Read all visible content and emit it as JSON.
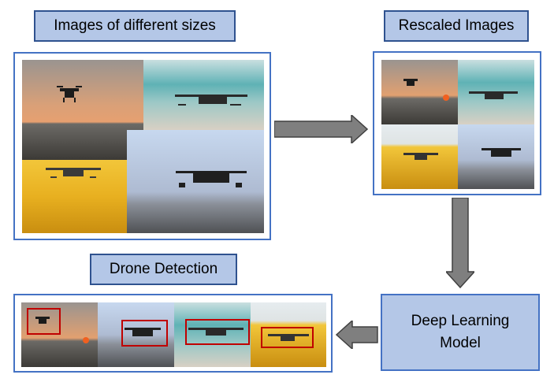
{
  "labels": {
    "input": "Images of different sizes",
    "rescaled": "Rescaled Images",
    "detection": "Drone Detection",
    "model_line1": "Deep Learning",
    "model_line2": "Model"
  },
  "photos": {
    "sunset": "drone-over-sea-sunset-photo",
    "beach": "drone-over-beach-photo",
    "flowers": "drone-over-yellow-flowers-photo",
    "city": "drone-over-city-photo"
  },
  "colors": {
    "label_fill": "#b4c7e7",
    "label_border": "#2f528f",
    "frame_border": "#4472c4",
    "arrow_fill": "#7f7f7f",
    "detection_box": "#c00000"
  }
}
